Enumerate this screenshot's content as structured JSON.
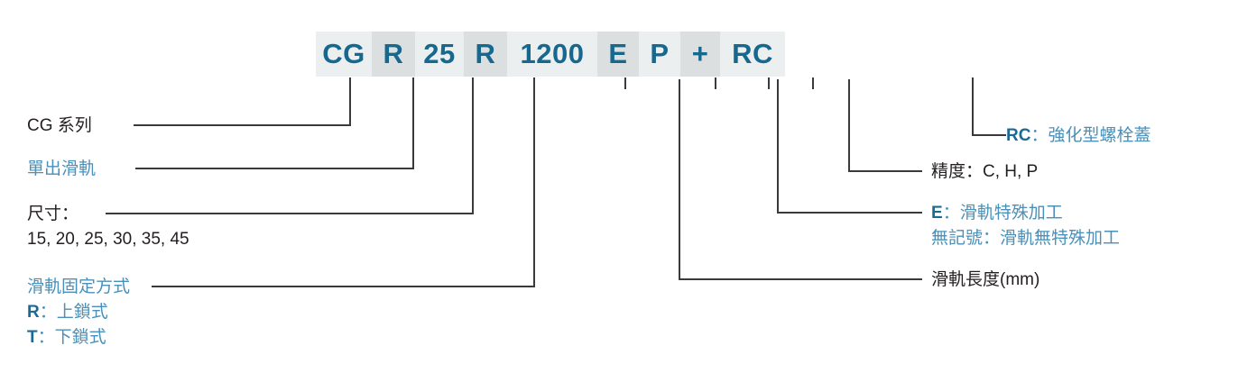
{
  "diagram": {
    "title": "CG Series Linear Guide Part Number Designation",
    "colors": {
      "code_text": "#16688f",
      "cell_light": "#ecefef",
      "cell_dark": "#dcdfdf",
      "leader_line": "#3a3a3c",
      "text_dark": "#231f20",
      "text_blue": "#4a90b8",
      "text_blue_strong": "#1b6a96"
    },
    "code_cells": [
      {
        "value": "CG",
        "shade": "light"
      },
      {
        "value": "R",
        "shade": "dark"
      },
      {
        "value": "25",
        "shade": "light"
      },
      {
        "value": "R",
        "shade": "dark"
      },
      {
        "value": "1200",
        "shade": "light"
      },
      {
        "value": "E",
        "shade": "dark"
      },
      {
        "value": "P",
        "shade": "light"
      },
      {
        "value": "+",
        "shade": "dark"
      },
      {
        "value": "RC",
        "shade": "light"
      }
    ],
    "left_notes": [
      {
        "name": "series",
        "lines": [
          {
            "segments": [
              {
                "text": "CG 系列",
                "style": "dark"
              }
            ]
          }
        ]
      },
      {
        "name": "rail-type",
        "lines": [
          {
            "segments": [
              {
                "text": "單出滑軌",
                "style": "blue"
              }
            ]
          }
        ]
      },
      {
        "name": "size",
        "lines": [
          {
            "segments": [
              {
                "text": "尺寸：",
                "style": "dark"
              }
            ]
          },
          {
            "segments": [
              {
                "text": "15, 20, 25, 30, 35, 45",
                "style": "dark"
              }
            ]
          }
        ]
      },
      {
        "name": "rail-mounting",
        "lines": [
          {
            "segments": [
              {
                "text": "滑軌固定方式",
                "style": "blue"
              }
            ]
          },
          {
            "segments": [
              {
                "text": "R",
                "style": "blue-strong"
              },
              {
                "text": "：上鎖式",
                "style": "blue"
              }
            ]
          },
          {
            "segments": [
              {
                "text": "T",
                "style": "blue-strong"
              },
              {
                "text": "：下鎖式",
                "style": "blue"
              }
            ]
          }
        ]
      }
    ],
    "right_notes": [
      {
        "name": "bolt-cover",
        "lines": [
          {
            "segments": [
              {
                "text": "RC",
                "style": "blue-strong"
              },
              {
                "text": "：強化型螺栓蓋",
                "style": "blue"
              }
            ]
          }
        ]
      },
      {
        "name": "accuracy",
        "lines": [
          {
            "segments": [
              {
                "text": "精度：C, H, P",
                "style": "dark"
              }
            ]
          }
        ]
      },
      {
        "name": "rail-machining",
        "lines": [
          {
            "segments": [
              {
                "text": "E",
                "style": "blue-strong"
              },
              {
                "text": "：滑軌特殊加工",
                "style": "blue"
              }
            ]
          },
          {
            "segments": [
              {
                "text": "無記號：滑軌無特殊加工",
                "style": "blue"
              }
            ]
          }
        ]
      },
      {
        "name": "rail-length",
        "lines": [
          {
            "segments": [
              {
                "text": "滑軌長度(mm)",
                "style": "dark"
              }
            ]
          }
        ]
      }
    ]
  }
}
